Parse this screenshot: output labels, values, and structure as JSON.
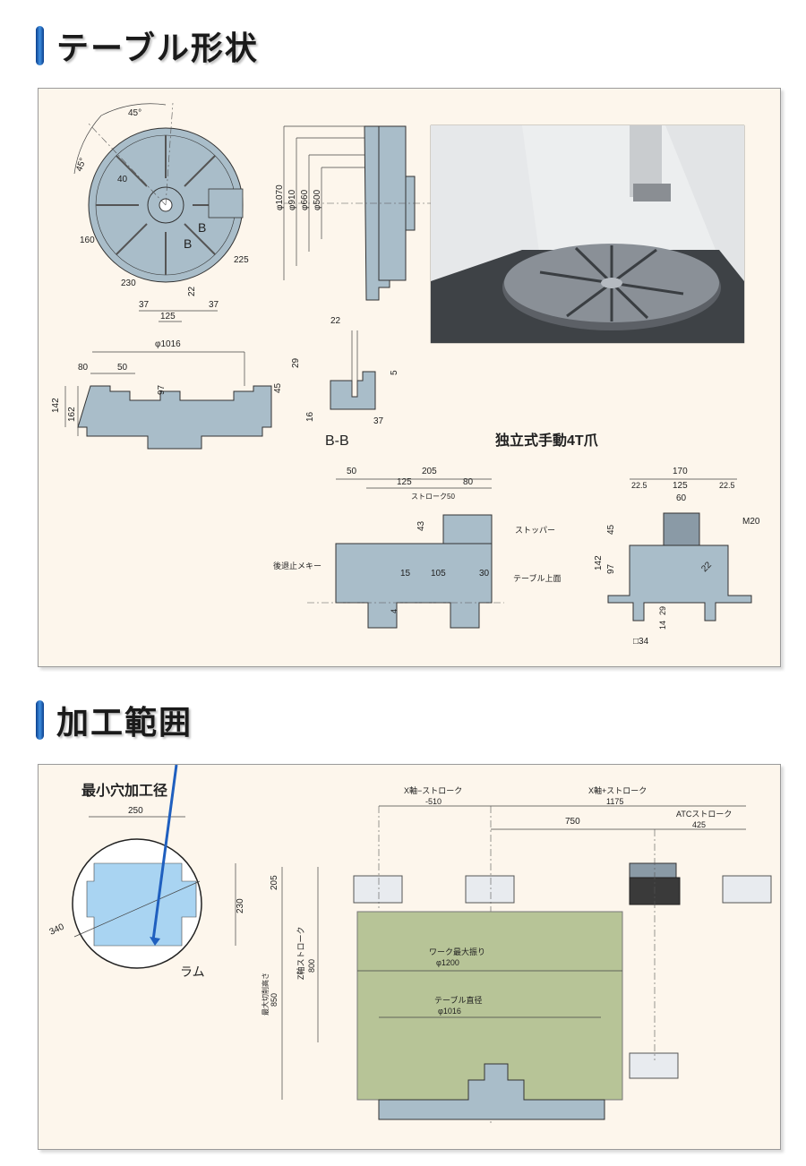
{
  "sections": {
    "table_shape": "テーブル形状",
    "machining_range": "加工範囲"
  },
  "top_panel": {
    "top_view": {
      "angle1": "45°",
      "angle2": "45°",
      "d40": "40",
      "d160": "160",
      "d230": "230",
      "d225": "225",
      "d22": "22",
      "d37a": "37",
      "d125": "125",
      "d37b": "37",
      "b1": "B",
      "b2": "B"
    },
    "side_view": {
      "phi1070": "φ1070",
      "phi910": "φ910",
      "phi660": "φ660",
      "phi500": "φ500"
    },
    "front_view": {
      "phi1016": "φ1016",
      "d80": "80",
      "d50": "50",
      "d97": "97",
      "d142": "142",
      "d162": "162"
    },
    "section_bb": {
      "d22": "22",
      "d29": "29",
      "d5": "5",
      "d45": "45",
      "d16": "16",
      "d37": "37",
      "label": "B-B"
    },
    "chuck_title": "独立式手動4T爪",
    "chuck_side": {
      "d50": "50",
      "d205": "205",
      "d125": "125",
      "d80": "80",
      "stroke50": "ストローク50",
      "d43": "43",
      "stopper": "ストッパー",
      "retreat_key": "後退止メキー",
      "d15": "15",
      "d105": "105",
      "d30": "30",
      "table_top": "テーブル上面",
      "d4": "4"
    },
    "chuck_front": {
      "d170": "170",
      "d225a": "22.5",
      "d125": "125",
      "d225b": "22.5",
      "d60": "60",
      "m20": "M20",
      "d45": "45",
      "d142": "142",
      "d97": "97",
      "d22": "22",
      "d14": "14",
      "d29": "29",
      "sq34": "□34"
    }
  },
  "bottom_panel": {
    "min_hole_title": "最小穴加工径",
    "min_hole": {
      "d250": "250",
      "d230": "230",
      "d340": "340",
      "ram": "ラム"
    },
    "x_minus": "X軸−ストローク",
    "x_minus_val": "-510",
    "x_plus": "X軸+ストローク",
    "x_plus_val": "1175",
    "d750": "750",
    "atc": "ATCストローク",
    "atc_val": "425",
    "d205": "205",
    "z_stroke": "Z軸ストローク",
    "z_val": "800",
    "max_height": "最大切削高さ",
    "max_height_val": "850",
    "work_swing": "ワーク最大振り",
    "work_swing_val": "φ1200",
    "table_dia": "テーブル直径",
    "table_dia_val": "φ1016"
  },
  "colors": {
    "part_fill": "#a9bdc9",
    "work_area": "#b7c497",
    "hole_fill": "#a9d4f2",
    "accent_blue": "#1f5fbf"
  }
}
